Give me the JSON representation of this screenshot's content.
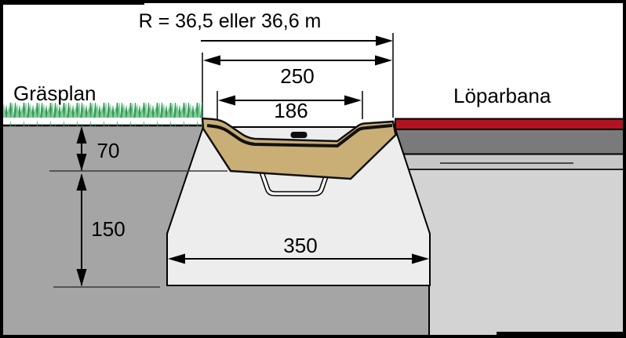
{
  "diagram": {
    "title": "R = 36,5 eller 36,6 m",
    "area_labels": {
      "left": "Gräsplan",
      "right": "Löparbana"
    },
    "dimensions": {
      "overall_width": "250",
      "opening_width": "186",
      "upper_depth": "70",
      "lower_depth": "150",
      "foundation_width": "350"
    },
    "colors": {
      "grass_dark": "#2f9e57",
      "grass_light": "#85c998",
      "soil_gray": "#a5a5a5",
      "track_red": "#b11420",
      "asphalt_dark": "#7a7a7a",
      "subbase_gray": "#c7c7c7",
      "base_light": "#d3d3d3",
      "foundation_light": "#ededed",
      "channel_tan": "#c9ae76",
      "outline": "#000000"
    }
  }
}
